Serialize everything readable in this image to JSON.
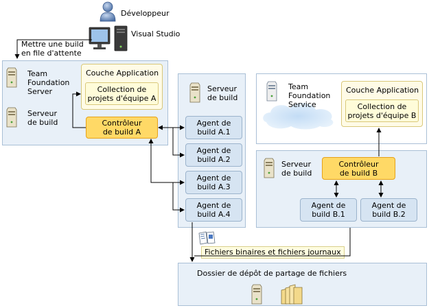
{
  "developer_label": "Développeur",
  "visual_studio_label": "Visual Studio",
  "queue_label": "Mettre une build\nen file d'attente",
  "tfs_left": {
    "server_label": "Team\nFoundation\nServer",
    "build_server_label": "Serveur\nde build",
    "app_layer_label": "Couche Application",
    "collection_label": "Collection de\nprojets d'équipe A",
    "controller_label": "Contrôleur\nde build A"
  },
  "build_server_a": {
    "label": "Serveur\nde build",
    "agents": [
      "Agent de\nbuild A.1",
      "Agent de\nbuild A.2",
      "Agent de\nbuild A.3",
      "Agent de\nbuild A.4"
    ]
  },
  "tfs_service": {
    "label": "Team\nFoundation\nService",
    "app_layer_label": "Couche Application",
    "collection_label": "Collection de\nprojets d'équipe B"
  },
  "build_server_b": {
    "label": "Serveur\nde build",
    "controller_label": "Contrôleur\nde build B",
    "agents": [
      "Agent de\nbuild B.1",
      "Agent de\nbuild B.2"
    ]
  },
  "files_label": "Fichiers binaires et fichiers journaux",
  "drop_folder_label": "Dossier de dépôt de partage de fichiers"
}
